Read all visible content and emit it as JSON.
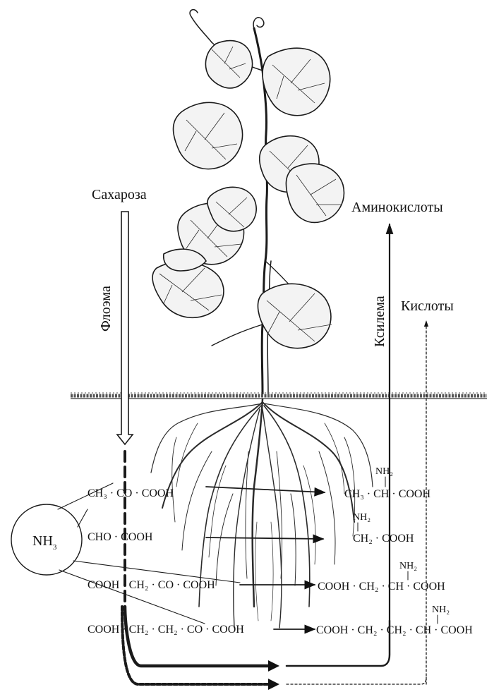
{
  "labels": {
    "sucrose": "Сахароза",
    "phloem": "Флоэма",
    "amino_acids": "Аминокислоты",
    "xylem": "Ксилема",
    "acids": "Кислоты",
    "ammonia": "NH",
    "ammonia_sub": "3"
  },
  "keto_acids": [
    {
      "text": "CH₃ · CO · COOH"
    },
    {
      "text": "CHO · COOH"
    },
    {
      "text": "COOH · CH₂ · CO · COOH"
    },
    {
      "text": "COOH · CH₂ · CH₂ · CO · COOH"
    }
  ],
  "amino_acid_products": [
    {
      "group": "NH₂",
      "text": "CH₃ · CH · COOH"
    },
    {
      "group": "NH₂",
      "text": "CH₂ · COOH"
    },
    {
      "group": "NH₂",
      "text": "COOH · CH₂ · CH · COOH"
    },
    {
      "group": "NH₂",
      "text": "COOH · CH₂ · CH₂ · CH · COOH"
    }
  ]
}
